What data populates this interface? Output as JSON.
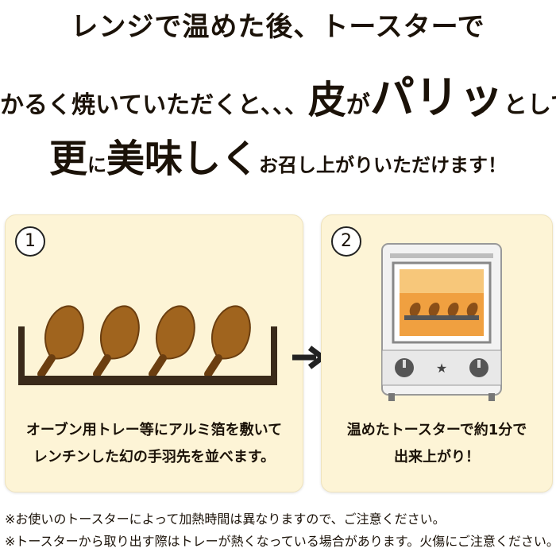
{
  "headline": {
    "line1": "レンジで温めた後、トースターで",
    "line2_a": "かるく焼いていただくと、、、",
    "line2_b": "皮",
    "line2_c": "が",
    "line2_d": "パリッ",
    "line2_e": "として",
    "line3_a": "更",
    "line3_b": "に",
    "line3_c": "美味しく",
    "line3_d": "お召し上がりいただけます！"
  },
  "step1": {
    "number": "1",
    "caption_line1": "オーブン用トレー等にアルミ箔を敷いて",
    "caption_line2": "レンチンした幻の手羽先を並べます。"
  },
  "step2": {
    "number": "2",
    "caption_line1": "温めたトースターで約1分で",
    "caption_line2": "出来上がり！"
  },
  "notes": {
    "note1": "※お使いのトースターによって加熱時間は異なりますので、ご注意ください。",
    "note2": "※トースターから取り出す際はトレーが熱くなっている場合があります。火傷にご注意ください。"
  },
  "colors": {
    "panel_bg": "#fdf4d6",
    "tray": "#3a2a1a",
    "wing": "#a0641e",
    "toaster_glow": "#f0a040"
  }
}
